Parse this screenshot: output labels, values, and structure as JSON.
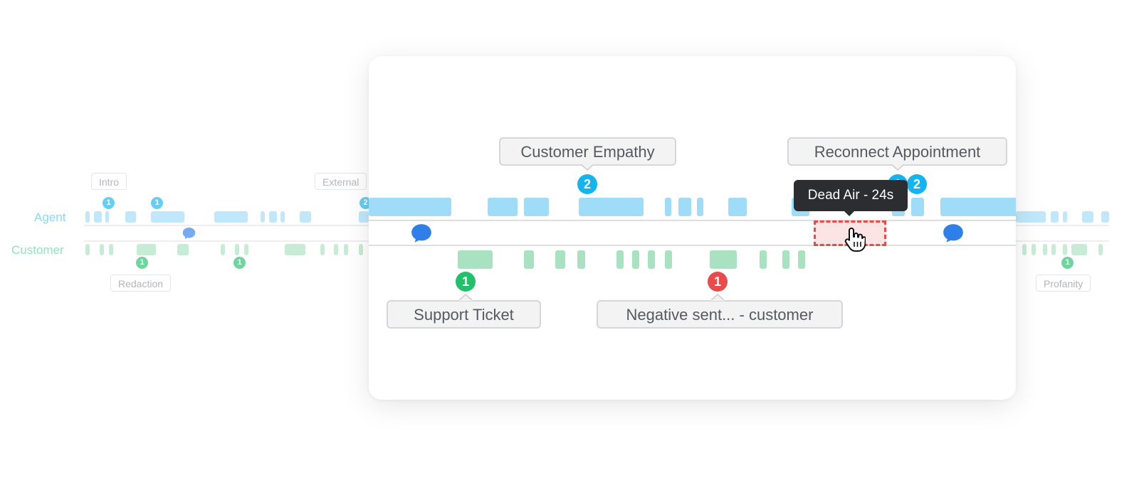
{
  "rows": {
    "agent_label": "Agent",
    "customer_label": "Customer"
  },
  "tags": {
    "intro": "Intro",
    "external": "External",
    "redaction": "Redaction",
    "profanity": "Profanity"
  },
  "small_badges": {
    "intro": "1",
    "agent_second": "1",
    "external": "2",
    "redaction": "1",
    "customer_second": "1",
    "profanity": "1"
  },
  "callouts": {
    "customer_empathy": "Customer Empathy",
    "reconnect_appointment": "Reconnect Appointment",
    "support_ticket": "Support Ticket",
    "negative_sentiment": "Negative sent... - customer"
  },
  "badges": {
    "customer_empathy": "2",
    "reconnect_first": "1",
    "reconnect_second": "2",
    "support_ticket": "1",
    "negative_sentiment": "1"
  },
  "tooltip": {
    "text": "Dead Air - 24s"
  },
  "icons": {
    "chat": "chat-bubble-icon",
    "cursor": "hand-pointer-icon"
  },
  "colors": {
    "agent": "#9fdcf8",
    "agent_label": "#4cc6ee",
    "customer": "#a8e2c0",
    "customer_label": "#5fd39a",
    "chat": "#2f7fe8",
    "dead_air": "#e94a4a"
  }
}
